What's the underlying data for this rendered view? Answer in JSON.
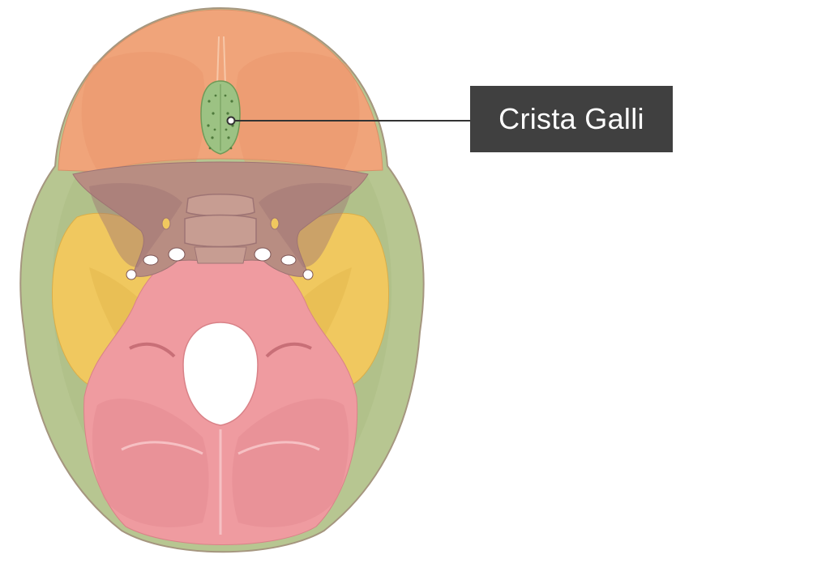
{
  "diagram": {
    "subject": "cranial-base-superior-view",
    "highlighted_structure": "crista-galli",
    "label": {
      "text": "Crista Galli"
    },
    "colors": {
      "frontal": "#f0a47a",
      "frontal_shadow": "#e8956b",
      "ethmoid_cribriform": "#9cc283",
      "sphenoid": "#b88d82",
      "sphenoid_dark": "#9e7474",
      "temporal": "#f0c85f",
      "parietal": "#b7c691",
      "occipital": "#ef9ba0",
      "occipital_dark": "#e3888e",
      "outline": "#a5967f",
      "label_background": "#404040",
      "label_text": "#ffffff",
      "leader_line": "#333333"
    }
  }
}
